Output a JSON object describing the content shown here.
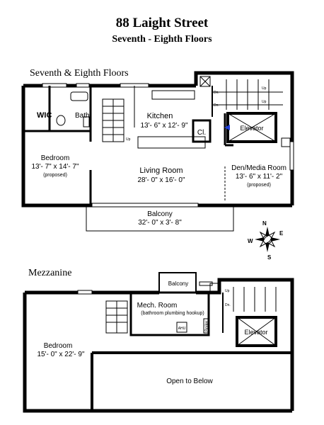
{
  "header": {
    "address": "88 Laight Street",
    "floors": "Seventh - Eighth Floors"
  },
  "sections": {
    "upper": "Seventh & Eighth Floors",
    "mezzanine": "Mezzanine"
  },
  "upper_rooms": {
    "wic": "WIC",
    "bath": "Bath",
    "kitchen": "Kitchen",
    "kitchen_dim": "13'- 6\" x 12'- 9\"",
    "closet": "Cl.",
    "elevator": "Elevator",
    "bedroom": "Bedroom",
    "bedroom_dim": "13'- 7\" x 14'- 7\"",
    "bedroom_note": "(proposed)",
    "living": "Living Room",
    "living_dim": "28'- 0\" x 16'- 0\"",
    "den": "Den/Media Room",
    "den_dim": "13'- 6\" x 11'- 2\"",
    "den_note": "(proposed)",
    "balcony": "Balcony",
    "balcony_dim": "32'- 0\" x 3'- 8\""
  },
  "mezz_rooms": {
    "balcony": "Balcony",
    "mech": "Mech. Room",
    "mech_note": "(bathroom plumbing hookup)",
    "boiler": "Boiler",
    "ahu": "AHU",
    "elevator": "Elevator",
    "bedroom": "Bedroom",
    "bedroom_dim": "15'- 0\" x 22'- 9\"",
    "open": "Open to Below"
  },
  "small_labels": {
    "up": "Up",
    "dn": "Dn."
  },
  "compass": {
    "n": "N",
    "s": "S",
    "e": "E",
    "w": "W"
  },
  "colors": {
    "wall": "#000000",
    "accent": "#1f3fd8"
  }
}
